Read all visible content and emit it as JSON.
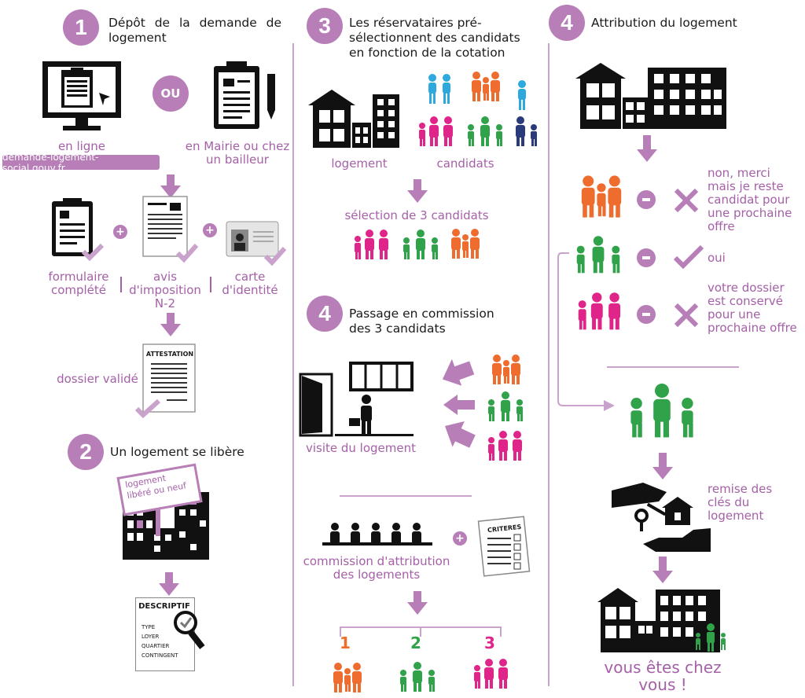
{
  "colors": {
    "accent": "#b77eb8",
    "accent_text": "#a560a8",
    "orange": "#ef6c2f",
    "green": "#2fa24a",
    "pink": "#e0258a",
    "blue": "#2da9de",
    "navy": "#2b3a7a",
    "black": "#111111"
  },
  "col1": {
    "step1": {
      "num": "1",
      "title": "Dépôt de la demande de logement"
    },
    "or_label": "OU",
    "online_label": "en ligne",
    "url": "demande-logement-social.gouv.fr",
    "mairie_label": "en Mairie ou chez un bailleur",
    "docs": [
      {
        "label": "formulaire complété"
      },
      {
        "label": "avis d'imposition N-2"
      },
      {
        "label": "carte d'identité"
      }
    ],
    "attestation": "ATTESTATION",
    "validated_label": "dossier validé",
    "step2": {
      "num": "2",
      "title": "Un logement se libère"
    },
    "sign_text": "logement libéré ou neuf",
    "form": {
      "title": "DESCRIPTIF",
      "lines": [
        "TYPE",
        "LOYER",
        "QUARTIER",
        "CONTINGENT"
      ]
    }
  },
  "col2": {
    "step3": {
      "num": "3",
      "title": "Les réservataires pré-sélectionnent des candidats en fonction de la cotation"
    },
    "housing_label": "logement",
    "candidates_label": "candidats",
    "selection_label": "sélection de 3 candidats",
    "step4": {
      "num": "4",
      "title": "Passage en commission des 3 candidats"
    },
    "visit_label": "visite du logement",
    "commission_label": "commission d'attribution des logements",
    "criteria": "CRITERES",
    "ranks": [
      "1",
      "2",
      "3"
    ]
  },
  "col3": {
    "step4": {
      "num": "4",
      "title": "Attribution du logement"
    },
    "outcomes": [
      {
        "text": "non, merci mais je reste candidat pour une prochaine offre"
      },
      {
        "text": "oui"
      },
      {
        "text": "votre dossier est conservé pour une prochaine offre"
      }
    ],
    "keys_label": "remise des clés du logement",
    "final_label": "vous êtes chez vous !"
  }
}
